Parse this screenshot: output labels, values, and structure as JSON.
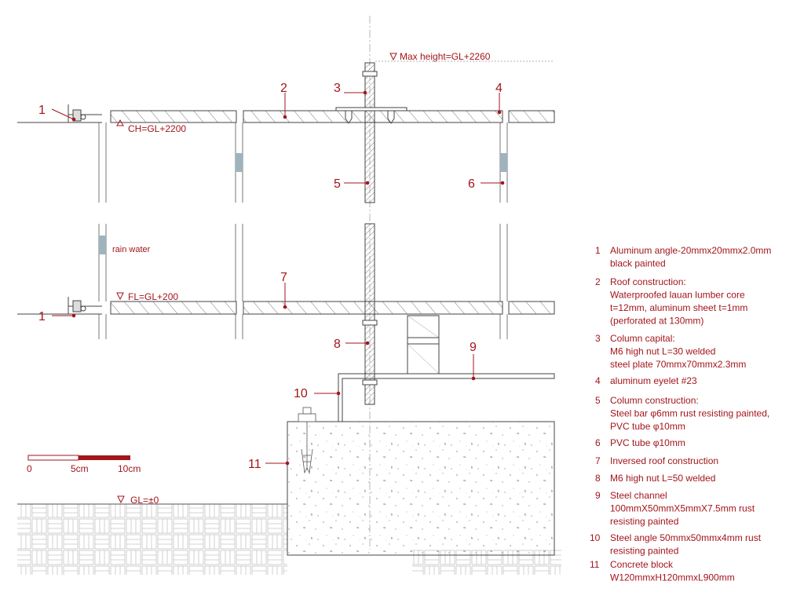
{
  "labels": {
    "max_height": "Max height=GL+2260",
    "ch": "CH=GL+2200",
    "fl": "FL=GL+200",
    "gl": "GL=±0",
    "rain_water": "rain water"
  },
  "callouts": {
    "n1": "1",
    "n2": "2",
    "n3": "3",
    "n4": "4",
    "n5": "5",
    "n6": "6",
    "n7": "7",
    "n8": "8",
    "n9": "9",
    "n10": "10",
    "n11": "11"
  },
  "scale": {
    "zero": "0",
    "mid": "5cm",
    "end": "10cm"
  },
  "legend": [
    {
      "num": "1",
      "lines": [
        "Aluminum angle-20mmx20mmx2.0mm",
        "black painted"
      ]
    },
    {
      "num": "2",
      "lines": [
        "Roof construction:",
        "Waterproofed lauan lumber core",
        "t=12mm, aluminum sheet t=1mm",
        "(perforated at 130mm)"
      ]
    },
    {
      "num": "3",
      "lines": [
        "Column capital:",
        "M6 high nut  L=30 welded",
        "steel plate 70mmx70mmx2.3mm"
      ]
    },
    {
      "num": "4",
      "lines": [
        "aluminum eyelet #23"
      ]
    },
    {
      "num": "5",
      "lines": [
        "Column construction:",
        "Steel bar φ6mm rust resisting painted,",
        "PVC tube φ10mm"
      ]
    },
    {
      "num": "6",
      "lines": [
        "PVC tube φ10mm"
      ]
    },
    {
      "num": "7",
      "lines": [
        "Inversed roof construction"
      ]
    },
    {
      "num": "8",
      "lines": [
        "M6 high nut  L=50 welded"
      ]
    },
    {
      "num": "9",
      "lines": [
        "Steel channel",
        "100mmX50mmX5mmX7.5mm rust",
        "resisting painted"
      ]
    },
    {
      "num": "10",
      "lines": [
        "Steel angle 50mmx50mmx4mm rust",
        "resisting painted"
      ]
    },
    {
      "num": "11",
      "lines": [
        "Concrete block",
        "W120mmxH120mmxL900mm"
      ]
    }
  ],
  "colors": {
    "accent": "#a3151c",
    "line": "#444444",
    "ground": "#bbbbbb"
  }
}
